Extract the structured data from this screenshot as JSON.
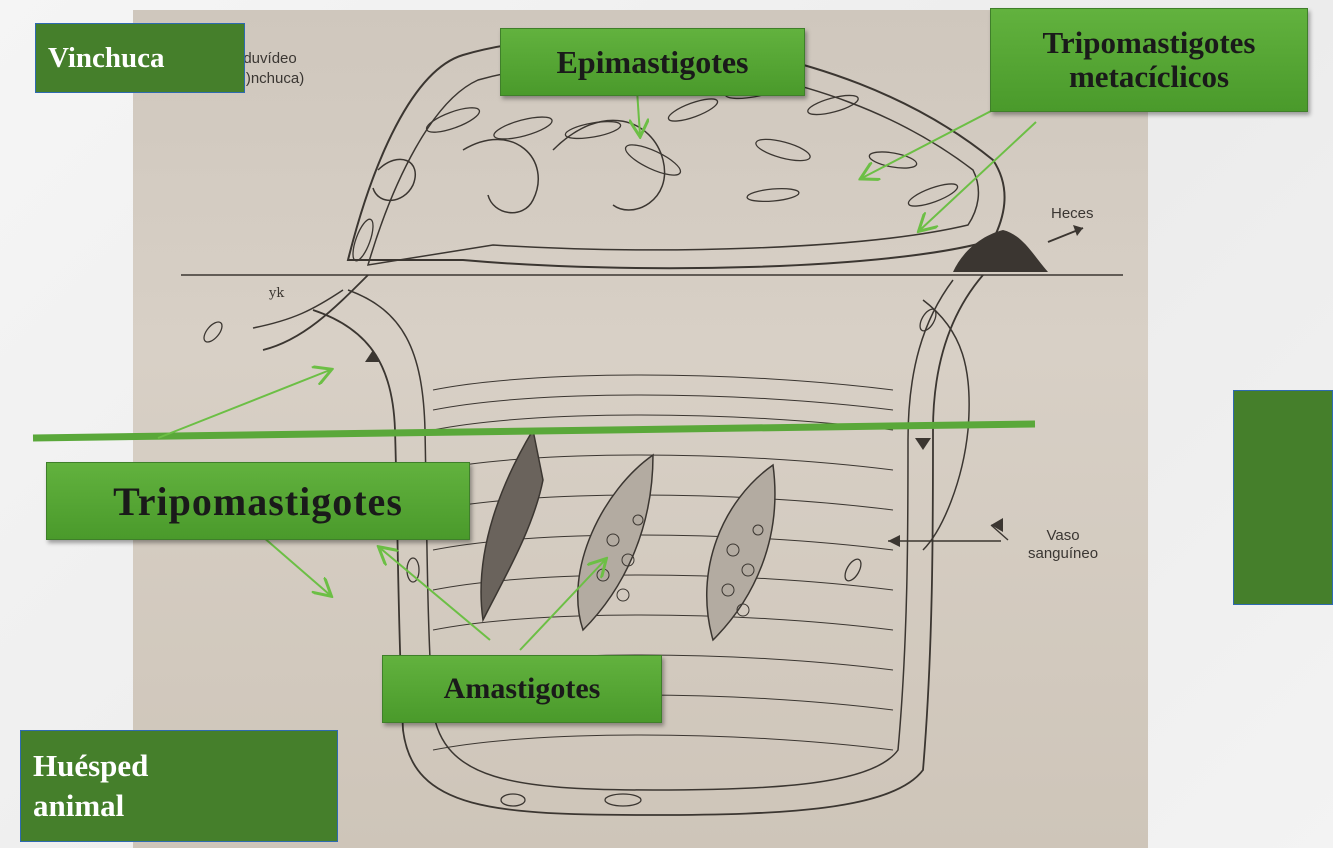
{
  "labels": {
    "vinchuca": "Vinchuca",
    "epimastigotes": "Epimastigotes",
    "tripo_metaciclicos_line1": "Tripomastigotes",
    "tripo_metaciclicos_line2": "metacíclicos",
    "tripomastigotes": "Tripomastigotes",
    "amastigotes": "Amastigotes",
    "huesped_line1": "Huésped",
    "huesped_line2": "animal"
  },
  "diagram_text": {
    "reduviideo": "reduvídeo",
    "vinchuca_partial": "(vi)nchuca)",
    "heces": "Heces",
    "vaso_line1": "Vaso",
    "vaso_line2": "sanguíneo"
  },
  "colors": {
    "label_green": "#4f9f2f",
    "label_dark_green": "#457f2b",
    "arrow_green": "#6cbf45",
    "line_green": "#5aa83a"
  }
}
